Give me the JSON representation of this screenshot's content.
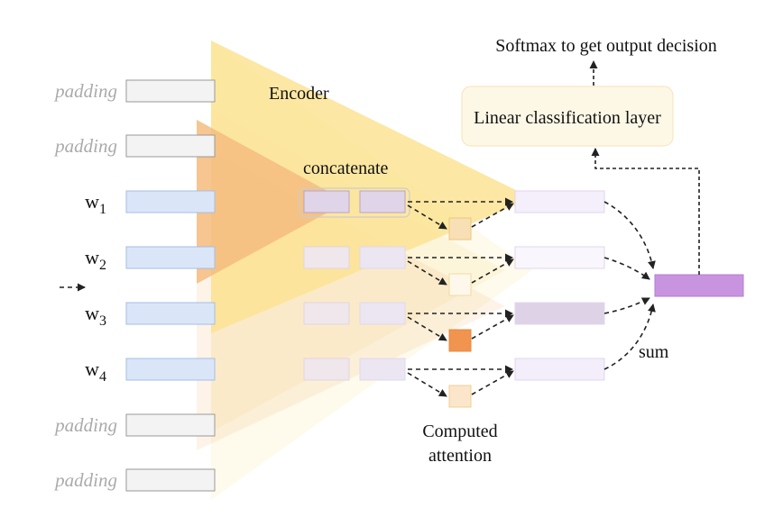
{
  "title_labels": {
    "softmax": "Softmax to get output decision",
    "linear_layer": "Linear classification layer",
    "encoder": "Encoder",
    "concatenate": "concatenate",
    "computed_attention_line1": "Computed",
    "computed_attention_line2": "attention",
    "sum": "sum"
  },
  "inputs": [
    {
      "label": "padding",
      "sub": "",
      "kind": "padding"
    },
    {
      "label": "padding",
      "sub": "",
      "kind": "padding"
    },
    {
      "label": "w",
      "sub": "1",
      "kind": "word"
    },
    {
      "label": "w",
      "sub": "2",
      "kind": "word"
    },
    {
      "label": "w",
      "sub": "3",
      "kind": "word"
    },
    {
      "label": "w",
      "sub": "4",
      "kind": "word"
    },
    {
      "label": "padding",
      "sub": "",
      "kind": "padding"
    },
    {
      "label": "padding",
      "sub": "",
      "kind": "padding"
    }
  ],
  "attention_weights": [
    {
      "word": "w1",
      "color": "#f8dfb6",
      "border": "#ecc77a"
    },
    {
      "word": "w2",
      "color": "#fef8ec",
      "border": "#f0dba0"
    },
    {
      "word": "w3",
      "color": "#f0944f",
      "border": "#e88a3a"
    },
    {
      "word": "w4",
      "color": "#fbe6cc",
      "border": "#f0cf90"
    }
  ],
  "weighted_outputs": [
    {
      "word": "w1",
      "color": "#f4effa"
    },
    {
      "word": "w2",
      "color": "#f9f6fd"
    },
    {
      "word": "w3",
      "color": "#ddd2e6"
    },
    {
      "word": "w4",
      "color": "#f3eefa"
    }
  ],
  "colors": {
    "word_box": "#dae6f8",
    "word_border": "#a4bde6",
    "pad_box": "#f3f3f3",
    "pad_border": "#999999",
    "encoder_yellow": "#fbe394",
    "encoder_orange": "#f4bc80",
    "concat_active": "#e0d4e8",
    "concat_faded": "#efe7ec",
    "sum_box": "#c894e0",
    "linear_bg": "#fdf8e6",
    "linear_border": "#f6e2b8"
  }
}
